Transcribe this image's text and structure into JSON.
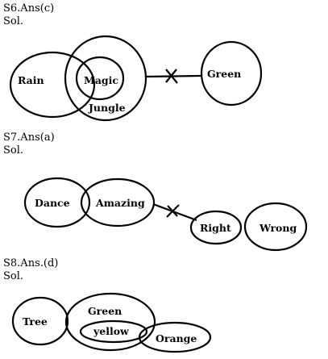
{
  "sections": [
    {
      "heading": "S6.Ans(c)",
      "sol": "Sol.",
      "labels": {
        "rain": "Rain",
        "magic": "Magic",
        "jungle": "Jungle",
        "green": "Green"
      }
    },
    {
      "heading": "S7.Ans(a)",
      "sol": "Sol.",
      "labels": {
        "dance": "Dance",
        "amazing": "Amazing",
        "right": "Right",
        "wrong": "Wrong"
      }
    },
    {
      "heading": "S8.Ans.(d)",
      "sol": "Sol.",
      "labels": {
        "tree": "Tree",
        "green": "Green",
        "yellow": "yellow",
        "orange": "Orange"
      }
    }
  ]
}
